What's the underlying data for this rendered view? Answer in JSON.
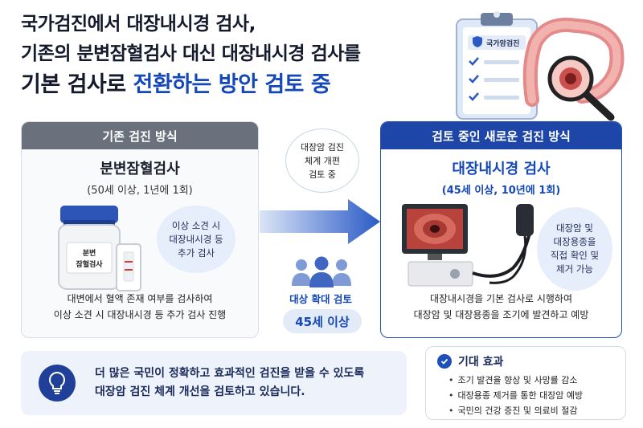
{
  "title": {
    "line1": "국가검진에서 대장내시경 검사,",
    "line2": "기존의 분변잠혈검사 대신 대장내시경 검사를",
    "line3_plain": "기본 검사로 ",
    "line3_highlight": "전환하는 방안 검토 중"
  },
  "hero": {
    "clipboard_label": "국가암검진",
    "icons": [
      "clipboard-icon",
      "colon-icon",
      "magnifier-icon"
    ]
  },
  "left_card": {
    "header": "기존 검진 방식",
    "title": "분변잠혈검사",
    "subtitle": "(50세 이상, 1년에 1회)",
    "jar_label_line1": "분변",
    "jar_label_line2": "잠혈검사",
    "bubble": [
      "이상 소견 시",
      "대장내시경 등",
      "추가 검사"
    ],
    "desc_line1": "대변에서 혈액 존재 여부를 검사하여",
    "desc_line2": "이상 소견 시 대장내시경 등 추가 검사 진행"
  },
  "middle": {
    "circle": [
      "대장암 검진",
      "체계 개편",
      "검토 중"
    ],
    "target_label": "대상 확대 검토",
    "age_pill": "45세 이상"
  },
  "right_card": {
    "header": "검토 중인 새로운 검진 방식",
    "title": "대장내시경 검사",
    "subtitle": "(45세 이상, 10년에 1회)",
    "bubble": [
      "대장암 및",
      "대장용종을",
      "직접 확인 및",
      "제거 가능"
    ],
    "desc_line1": "대장내시경을 기본 검사로 시행하여",
    "desc_line2": "대장암 및 대장용종을 조기에 발견하고 예방"
  },
  "bottom_left": {
    "line1": "더 많은 국민이 정확하고 효과적인 검진을 받을 수 있도록",
    "line2": "대장암 검진 체계 개선을 검토하고 있습니다."
  },
  "bottom_right": {
    "header": "기대 효과",
    "items": [
      "조기 발견율 향상 및 사망률 감소",
      "대장용종 제거를 통한 대장암 예방",
      "국민의 건강 증진 및 의료비 절감"
    ]
  },
  "colors": {
    "accent": "#1447b8",
    "header_gray": "#6a717c",
    "header_blue": "#1e46a8",
    "panel_bg": "#eef3fb"
  }
}
